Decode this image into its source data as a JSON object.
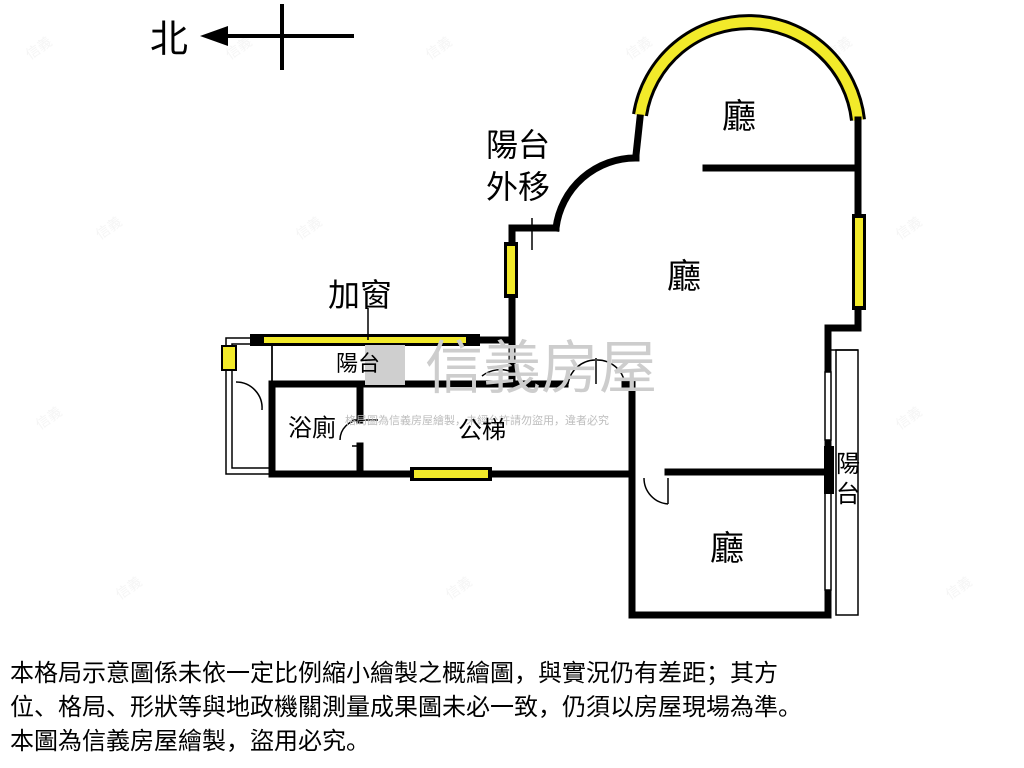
{
  "compass": {
    "label": "北"
  },
  "rooms": {
    "hall_top": "廳",
    "hall_middle": "廳",
    "hall_bottom": "廳",
    "bathroom": "浴廁",
    "stairs": "公梯",
    "balcony_small": "陽台"
  },
  "annotations": {
    "balcony_moved_line1": "陽台",
    "balcony_moved_line2": "外移",
    "added_window": "加窗",
    "balcony_right_line1": "陽",
    "balcony_right_line2": "台"
  },
  "watermark": {
    "brand": "信義房屋",
    "notice": "格局圖為信義房屋繪製，未經允許請勿盜用，違者必究"
  },
  "disclaimer": {
    "line1": "本格局示意圖係未依一定比例縮小繪製之概繪圖，與實況仍有差距；其方",
    "line2": "位、格局、形狀等與地政機關測量成果圖未必一致，仍須以房屋現場為準。",
    "line3": "本圖為信義房屋繪製，盜用必究。"
  },
  "colors": {
    "wall": "#000000",
    "window": "#f2ea2a",
    "watermark": "#c8c8c8"
  }
}
